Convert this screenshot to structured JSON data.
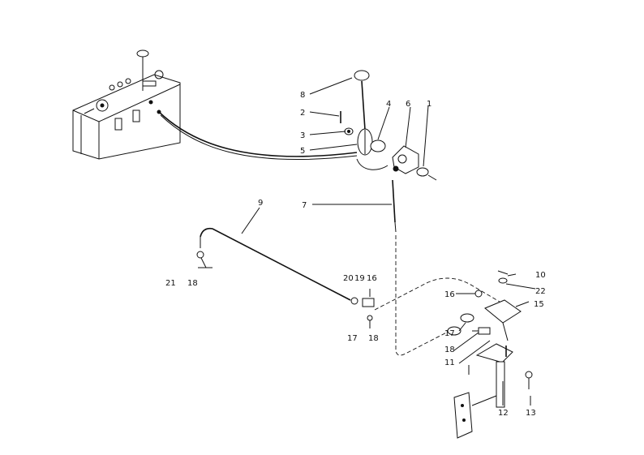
{
  "labels": {
    "p1": "1",
    "p2": "2",
    "p3": "3",
    "p4": "4",
    "p5": "5",
    "p6": "6",
    "p7": "7",
    "p8": "8",
    "p9": "9",
    "p10": "10",
    "p11": "11",
    "p12": "12",
    "p13": "13",
    "p15": "15",
    "p16a": "16",
    "p16b": "16",
    "p17a": "17",
    "p17b": "17",
    "p18a": "18",
    "p18b": "18",
    "p18c": "18",
    "p19": "19",
    "p20": "20",
    "p21": "21",
    "p22": "22"
  }
}
